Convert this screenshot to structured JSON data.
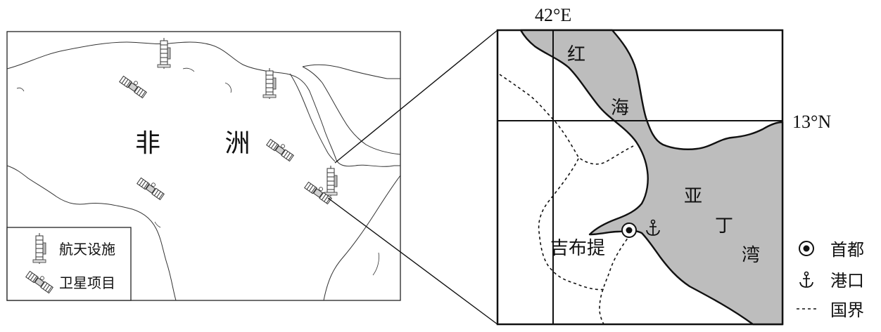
{
  "left_map": {
    "continent_label": "非 洲",
    "legend": {
      "items": [
        {
          "icon": "space-facility-icon",
          "label": "航天设施"
        },
        {
          "icon": "satellite-icon",
          "label": "卫星项目"
        }
      ]
    }
  },
  "right_map": {
    "longitude_label": "42°E",
    "latitude_label": "13°N",
    "sea_label_1": "红",
    "sea_label_2": "海",
    "gulf_label_1": "亚",
    "gulf_label_2": "丁",
    "gulf_label_3": "湾",
    "capital_label": "吉布提",
    "legend": {
      "items": [
        {
          "icon": "capital-icon",
          "label": "首都"
        },
        {
          "icon": "anchor-icon",
          "label": "港口"
        },
        {
          "icon": "border-line-icon",
          "label": "国界"
        }
      ]
    }
  }
}
